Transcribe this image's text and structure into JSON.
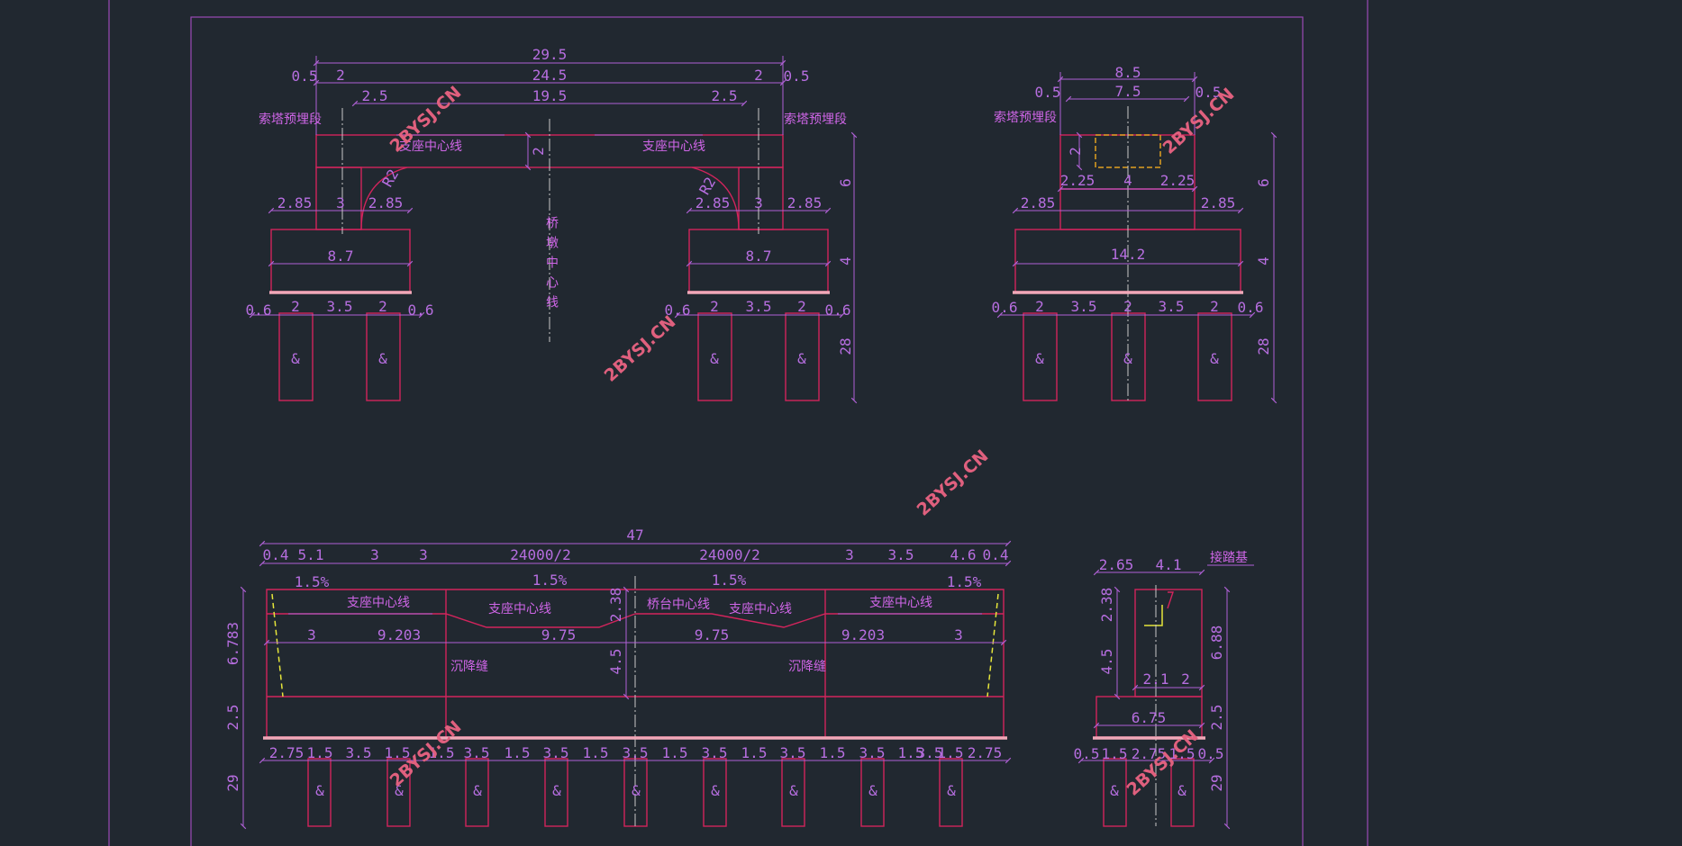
{
  "colors": {
    "background": "#212830",
    "frame": "#9a4ab5",
    "outline": "#d2245c",
    "dimension": "#b76ee0",
    "label": "#d066e8",
    "centerline": "#c9c9c9",
    "joint": "#e6e63a",
    "watermark": "#e0607e"
  },
  "watermark": "2BYSJ.CN",
  "pier_front": {
    "total_width": "29.5",
    "edge_left": "0.5",
    "edge_right": "0.5",
    "tower_left": "2",
    "tower_right": "2",
    "inner_width": "24.5",
    "cap_edge_left": "2.5",
    "cap_edge_right": "2.5",
    "cap_span": "19.5",
    "beam_depth": "2",
    "label_anchor_left": "索塔预埋段",
    "label_anchor_right": "索塔预埋段",
    "label_bearing_left": "支座中心线",
    "label_bearing_right": "支座中心线",
    "label_pier_center": "桥墩中心线",
    "radius_left": "R2",
    "radius_right": "R2",
    "col_left": [
      "2.85",
      "3",
      "2.85"
    ],
    "col_right": [
      "2.85",
      "3",
      "2.85"
    ],
    "footing_left": "8.7",
    "footing_right": "8.7",
    "piles_left": [
      "0.6",
      "2",
      "3.5",
      "2",
      "0.6"
    ],
    "piles_right": [
      "0.6",
      "2",
      "3.5",
      "2",
      "0.6"
    ],
    "height_pier": "6",
    "height_footing": "4",
    "height_pile": "28"
  },
  "pier_side": {
    "top_width": "8.5",
    "edge_left": "0.5",
    "edge_right": "0.5",
    "inner_width": "7.5",
    "label_anchor": "索塔预埋段",
    "beam_depth": "2",
    "step": [
      "2.25",
      "4",
      "2.25"
    ],
    "footing_edges": [
      "2.85",
      "2.85"
    ],
    "footing_width": "14.2",
    "piles": [
      "0.6",
      "2",
      "3.5",
      "2",
      "3.5",
      "2",
      "0.6"
    ],
    "height_pier": "6",
    "height_footing": "4",
    "height_pile": "28"
  },
  "abutment_front": {
    "total_width": "47",
    "top_segments": [
      "0.4",
      "5.1",
      "3",
      "3",
      "24000/2",
      "24000/2",
      "3",
      "3.5",
      "4.6",
      "0.4"
    ],
    "slopes": [
      "1.5%",
      "1.5%",
      "1.5%",
      "1.5%"
    ],
    "label_bearing_1": "支座中心线",
    "label_bearing_2": "支座中心线",
    "label_abutment_center": "桥台中心线",
    "label_bearing_3": "支座中心线",
    "label_bearing_4": "支座中心线",
    "label_settlement_1": "沉降缝",
    "label_settlement_2": "沉降缝",
    "dist_row": [
      "3",
      "9.203",
      "9.75",
      "9.75",
      "9.203",
      "3"
    ],
    "height_wall": "6.783",
    "height_upper": "2.38",
    "height_mid": "4.5",
    "height_cap": "2.5",
    "height_pile": "29",
    "pile_row": [
      "2.75",
      "1.5",
      "3.5",
      "1.5",
      "1.5",
      "3.5",
      "1.5",
      "3.5",
      "1.5",
      "3.5",
      "1.5",
      "3.5",
      "1.5",
      "3.5",
      "1.5",
      "3.5",
      "1.5",
      "3.5",
      "1.5",
      "2.75"
    ]
  },
  "abutment_side": {
    "top_left": "2.65",
    "top_right": "4.1",
    "label_approach": "接踏基",
    "height_upper": "2.38",
    "height_mid": "4.5",
    "inner": [
      "2.1",
      "2"
    ],
    "height_wall": "6.88",
    "height_cap": "2.5",
    "cap_width": "6.75",
    "pile_row": [
      "0.5",
      "1.5",
      "2.75",
      "1.5",
      "0.5"
    ],
    "height_pile": "29"
  }
}
